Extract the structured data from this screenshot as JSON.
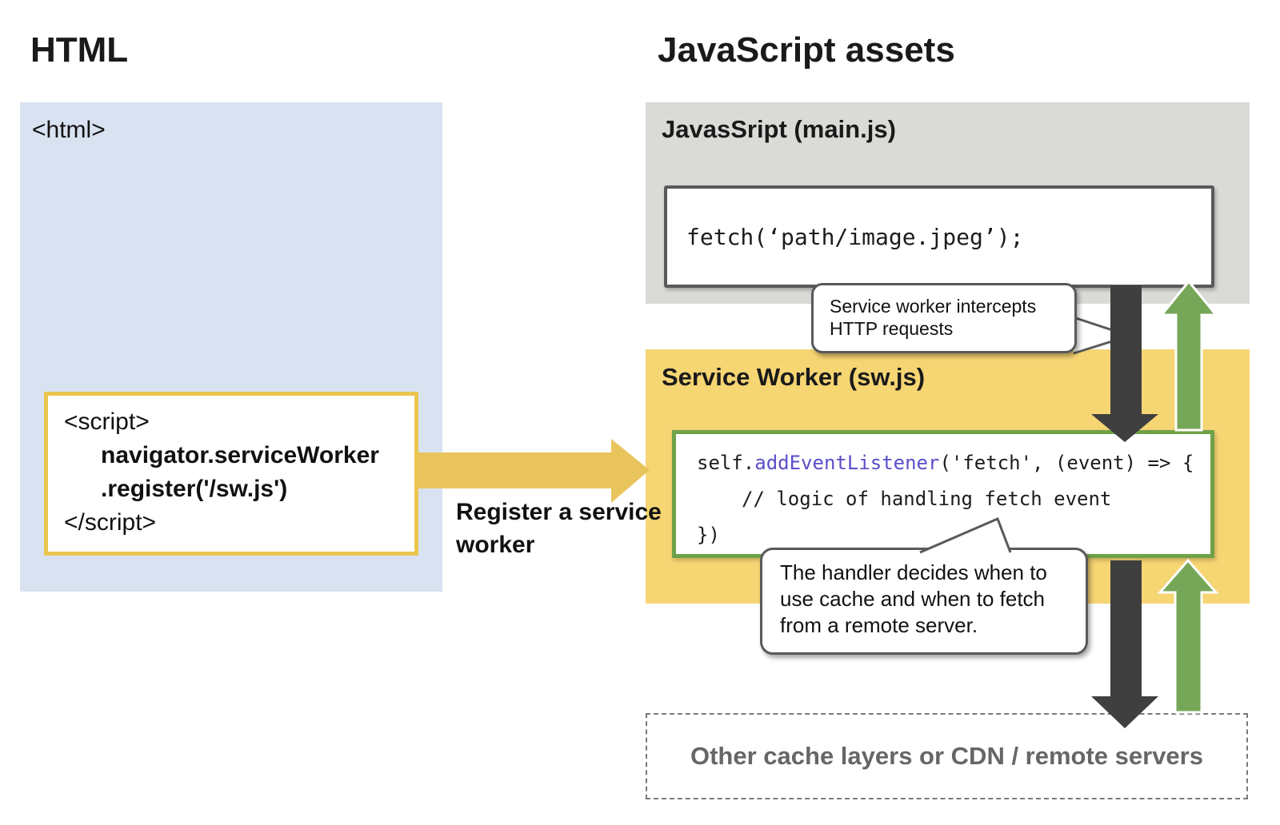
{
  "left": {
    "heading": "HTML",
    "html_tag": "<html>",
    "script_box": {
      "line1": "<script>",
      "line2": "navigator.serviceWorker",
      "line3": ".register('/sw.js')",
      "line4": "</script>"
    },
    "register_arrow_label": "Register a service worker"
  },
  "right": {
    "heading": "JavaScript assets",
    "main_js": {
      "label": "JavasSript (main.js)",
      "code": "fetch(‘path/image.jpeg’);"
    },
    "bubble_intercept": {
      "line1": "Service worker intercepts",
      "line2": "HTTP requests"
    },
    "service_worker": {
      "label": "Service Worker (sw.js)",
      "code": {
        "line1_pre": "self.",
        "line1_keyword": "addEventListener",
        "line1_post": "('fetch', (event) => {",
        "line2": "// logic of handling fetch event",
        "line3": "})"
      }
    },
    "bubble_handler": {
      "text": "The handler decides when to use cache and when to fetch from a remote server."
    },
    "other_layers": {
      "label": "Other cache layers or CDN / remote servers"
    }
  },
  "colors": {
    "html_page_bg": "#d8e2f1",
    "main_js_bg": "#dadad7",
    "service_worker_bg": "#f6d573",
    "register_arrow": "#e9c45c",
    "script_box_border": "#eac54f",
    "request_arrow": "#3f3f3f",
    "response_arrow": "#76a758",
    "sw_code_border": "#6fa149",
    "keyword_text": "#5a4ec8",
    "bubble_border": "#595959",
    "other_layers_text": "#666666"
  }
}
